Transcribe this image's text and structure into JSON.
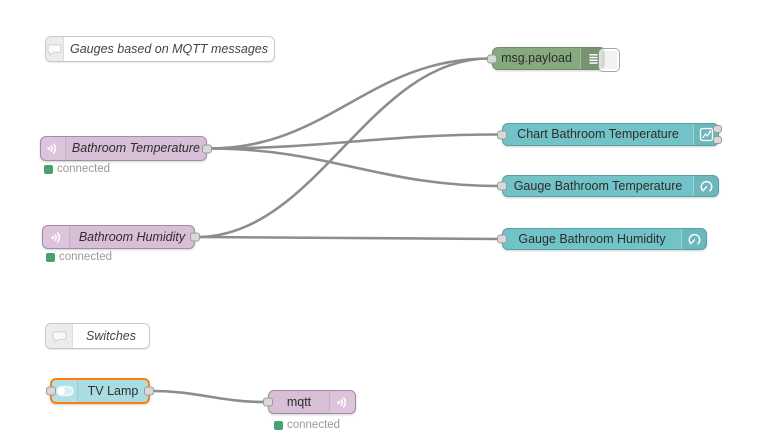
{
  "app": "node-red-flow-editor",
  "canvas": {
    "background": "#ffffff"
  },
  "colors": {
    "mqtt_node": "#d8bfd8",
    "debug_node": "#87a980",
    "dashboard_node": "#72c3c8",
    "selected_border": "#ff7f0e",
    "wire": "#8d8d8d",
    "status_connected": "#4aa06e"
  },
  "nodes": {
    "comment_gauges": {
      "label": "Gauges based on MQTT messages",
      "type": "comment",
      "icon": "speech-bubble-icon"
    },
    "bathroom_temperature": {
      "label": "Bathroom Temperature",
      "type": "mqtt in",
      "icon": "broadcast-icon",
      "status": "connected"
    },
    "bathroom_humidity": {
      "label": "Bathroom Humidity",
      "type": "mqtt in",
      "icon": "broadcast-icon",
      "status": "connected"
    },
    "msg_payload": {
      "label": "msg.payload",
      "type": "debug",
      "icon": "list-icon"
    },
    "chart_bathroom_temperature": {
      "label": "Chart Bathroom Temperature",
      "type": "ui_chart",
      "icon": "chart-icon"
    },
    "gauge_bathroom_temperature": {
      "label": "Gauge Bathroom Temperature",
      "type": "ui_gauge",
      "icon": "gauge-icon"
    },
    "gauge_bathroom_humidity": {
      "label": "Gauge Bathroom Humidity",
      "type": "ui_gauge",
      "icon": "gauge-icon"
    },
    "comment_switches": {
      "label": "Switches",
      "type": "comment",
      "icon": "speech-bubble-icon"
    },
    "tv_lamp": {
      "label": "TV Lamp",
      "type": "ui_switch",
      "icon": "toggle-icon",
      "selected": true
    },
    "mqtt_out": {
      "label": "mqtt",
      "type": "mqtt out",
      "icon": "broadcast-icon",
      "status": "connected"
    }
  },
  "wires": [
    {
      "from": "bathroom_temperature",
      "to": "msg_payload"
    },
    {
      "from": "bathroom_temperature",
      "to": "chart_bathroom_temperature"
    },
    {
      "from": "bathroom_temperature",
      "to": "gauge_bathroom_temperature"
    },
    {
      "from": "bathroom_humidity",
      "to": "msg_payload"
    },
    {
      "from": "bathroom_humidity",
      "to": "gauge_bathroom_humidity"
    },
    {
      "from": "tv_lamp",
      "to": "mqtt_out"
    }
  ]
}
